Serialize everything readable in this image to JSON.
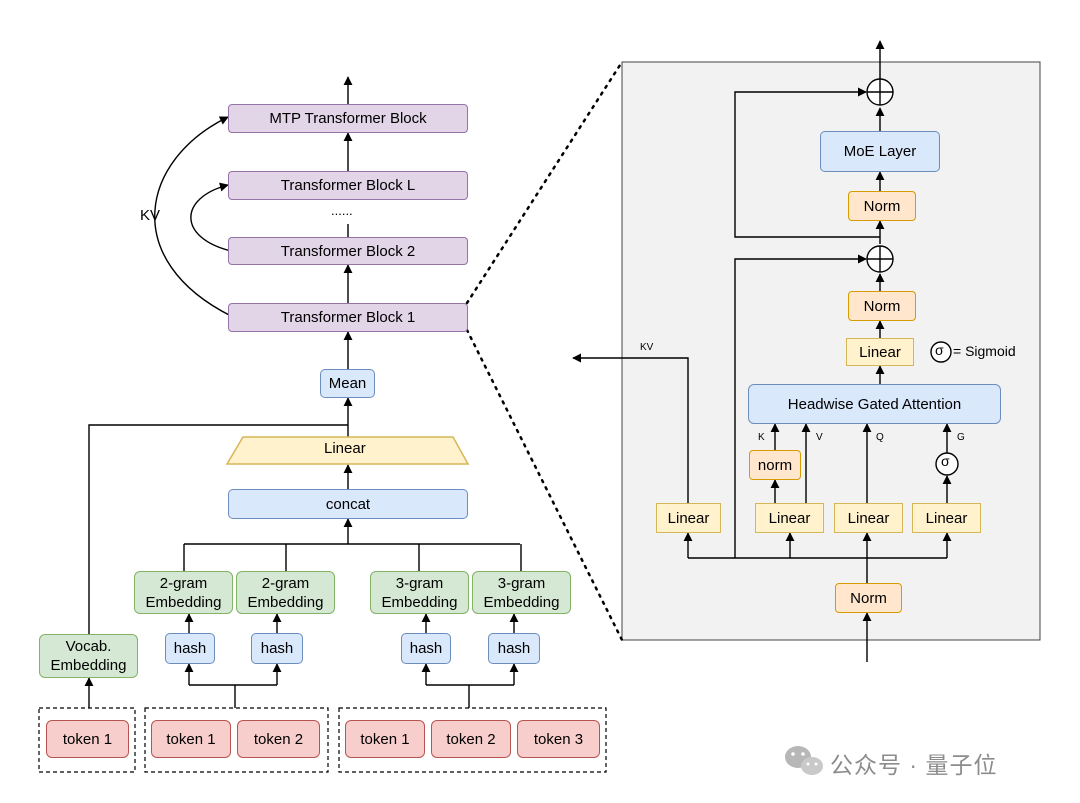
{
  "left": {
    "mtp_block": "MTP Transformer Block",
    "block_l": "Transformer Block L",
    "ellipsis": "......",
    "block_2": "Transformer Block 2",
    "block_1": "Transformer Block 1",
    "kv_label": "KV",
    "mean": "Mean",
    "linear": "Linear",
    "concat": "concat",
    "embeddings": [
      {
        "line1": "2-gram",
        "line2": "Embedding"
      },
      {
        "line1": "2-gram",
        "line2": "Embedding"
      },
      {
        "line1": "3-gram",
        "line2": "Embedding"
      },
      {
        "line1": "3-gram",
        "line2": "Embedding"
      }
    ],
    "vocab": {
      "line1": "Vocab.",
      "line2": "Embedding"
    },
    "hash": [
      "hash",
      "hash",
      "hash",
      "hash"
    ],
    "token_groups": [
      [
        "token 1"
      ],
      [
        "token 1",
        "token 2"
      ],
      [
        "token 1",
        "token 2",
        "token 3"
      ]
    ]
  },
  "right": {
    "moe_layer": "MoE Layer",
    "norm_top": "Norm",
    "norm_mid": "Norm",
    "linear_out": "Linear",
    "sigmoid_symbol": "σ",
    "sigmoid_legend": "= Sigmoid",
    "attention": "Headwise Gated Attention",
    "kv_out_label": "KV",
    "input_labels": [
      "K",
      "V",
      "Q",
      "G"
    ],
    "norm_k": "norm",
    "linears": [
      "Linear",
      "Linear",
      "Linear",
      "Linear"
    ],
    "norm_bottom": "Norm"
  },
  "watermark": "公众号 · 量子位",
  "colors": {
    "purple_fill": "#e1d5e7",
    "blue_fill": "#dae8fc",
    "green_fill": "#d5e8d4",
    "red_fill": "#f8cecc",
    "yellow_fill": "#fff2cc",
    "orange_fill": "#ffe6cc",
    "panel_fill": "#f2f2f2"
  }
}
